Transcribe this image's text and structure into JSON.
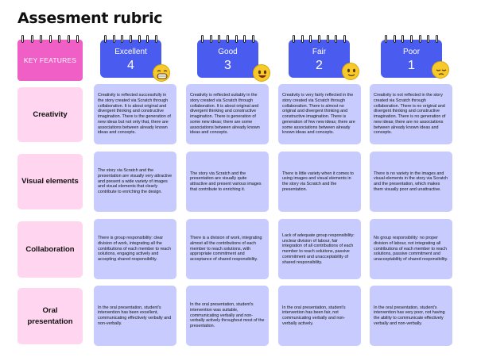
{
  "title": "Assesment rubric",
  "key_features_label": "KEY FEATURES",
  "levels": [
    {
      "name": "Excellent",
      "score": "4",
      "emoji": "grinning-face-icon"
    },
    {
      "name": "Good",
      "score": "3",
      "emoji": "smiling-face-icon"
    },
    {
      "name": "Fair",
      "score": "2",
      "emoji": "slightly-smiling-face-icon"
    },
    {
      "name": "Poor",
      "score": "1",
      "emoji": "pensive-face-icon"
    }
  ],
  "features": [
    {
      "name": "Creativity",
      "descriptors": [
        "Creativity is reflected successfully in the story created via Scratch through collaboration. It is about original and divergent thinking and constructive imagination. There is the generation of new ideas but not only that, there are associations between already known ideas and concepts.",
        "Creativity is reflected suitably in the story created via Scratch through collaboration. It is about original and divergent thinking and constructive imagination. There is generation of some new ideas; there are some associations between already known ideas and concepts.",
        "Creativity is very fairly reflected in the story created via Scratch through collaboration. There is almost no original and divergent thinking and constructive imagination. There is generation of few new ideas; there are some associations between already known ideas and concepts.",
        "Creativity is not reflected in the story created via Scratch through collaboration. There is no original and divergent thinking and constructive imagination. There is no generation of new ideas; there are no associations between already known ideas and concepts."
      ]
    },
    {
      "name": "Visual elements",
      "descriptors": [
        "The story via Scratch and the presentation are visually very attractive and present a wide variety of images and visual elements that clearly contribute to enriching the design.",
        "The story via  Scratch and the presentation are  visually quite attractive and present various images that contribute to enriching it.",
        "There is little variety when it comes to using images and visual elements in the story via Scratch and the presentation.",
        "There is no variety in the images and visual elements in the story via Scratch and the presentation, which makes them visually poor and unattractive."
      ]
    },
    {
      "name": "Collaboration",
      "descriptors": [
        "There is group responsibility: clear division of work, integrating all the contributions of each member to reach solutions, engaging actively and accepting shared responsibility.",
        "There is a division of work, integrating almost all the contributions of each member to reach solutions, with appropriate commitment and acceptance of shared responsibility.",
        "Lack of adequate group responsibility: unclear division of labour, fair integration of all contributions of each member to reach solutions, passive commitment and unacceptability of shared responsibility.",
        "No group responsibility: no proper division of labour, not integrating all contributions of each member to reach solutions, passive commitment and unacceptability of shared responsibility."
      ]
    },
    {
      "name": "Oral presentation",
      "descriptors": [
        "In the oral presentation, student's intervention has been excellent, communicating effectively verbally and non-verbally.",
        "In the oral presentation, student's intervention was suitable, communicating verbally and non-verbally actively throughout most of the presentation.",
        "In the oral presentation, student's intervention has been fair, not communicating verbally and non-verbally actively.",
        "In the oral presentation, student's intervention has very poor, not having the ability to communicate effectively verbally and non-verbally."
      ]
    }
  ],
  "colors": {
    "feature_pink": "#ffd5ef",
    "header_pink": "#f05fc6",
    "level_blue": "#4a5cf0",
    "cell_lavender": "#c8cbfd",
    "emoji_yellow": "#f7c92b"
  }
}
